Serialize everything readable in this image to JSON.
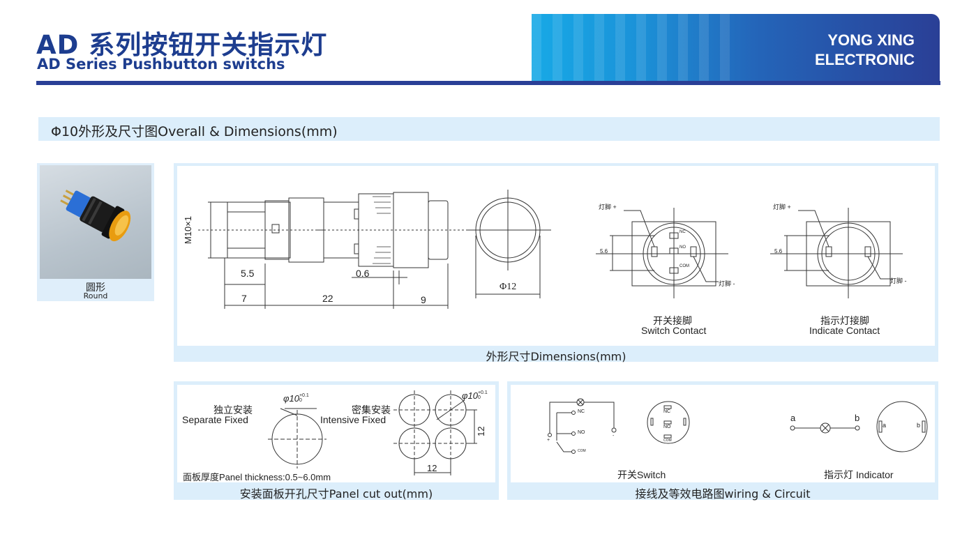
{
  "header": {
    "title_cn": "AD 系列按钮开关指示灯",
    "title_en": "AD Series Pushbutton switchs",
    "brand_line1": "YONG XING",
    "brand_line2": "ELECTRONIC"
  },
  "section": {
    "title": "Φ10外形及尺寸图Overall & Dimensions(mm)"
  },
  "product": {
    "label_cn": "圆形",
    "label_en": "Round"
  },
  "dimensions": {
    "caption": "外形尺寸Dimensions(mm)",
    "thread": "M10×1",
    "d_5_5": "5.5",
    "d_0_6": "0.6",
    "d_7": "7",
    "d_22": "22",
    "d_9": "9",
    "diameter": "Φ12",
    "pin_plus": "灯脚 +",
    "pin_minus": "灯脚 -",
    "pitch": "5.6",
    "nc": "NC",
    "no": "NO",
    "com": "COM",
    "switch_contact_cn": "开关接脚",
    "switch_contact_en": "Switch Contact",
    "indicate_contact_cn": "指示灯接脚",
    "indicate_contact_en": "Indicate Contact"
  },
  "cutout": {
    "caption": "安装面板开孔尺寸Panel cut out(mm)",
    "separate_cn": "独立安装",
    "separate_en": "Separate Fixed",
    "intensive_cn": "密集安装",
    "intensive_en": "Intensive Fixed",
    "hole_dia": "φ10",
    "tol_upper": "+0.1",
    "tol_lower": "0",
    "spacing_v": "12",
    "spacing_h": "12",
    "thickness": "面板厚度Panel thickness:0.5~6.0mm"
  },
  "wiring": {
    "caption": "接线及等效电路图wiring & Circuit",
    "nc": "NC",
    "no": "NO",
    "com": "COM",
    "plus": "+",
    "minus": "-",
    "switch_label": "开关Switch",
    "indicator_label": "指示灯 Indicator",
    "a": "a",
    "b": "b"
  },
  "colors": {
    "brand_blue": "#2a3f96",
    "title_blue": "#1d3d8f",
    "panel_bg": "#dceefb",
    "lens_amber": "#f0a81e"
  }
}
